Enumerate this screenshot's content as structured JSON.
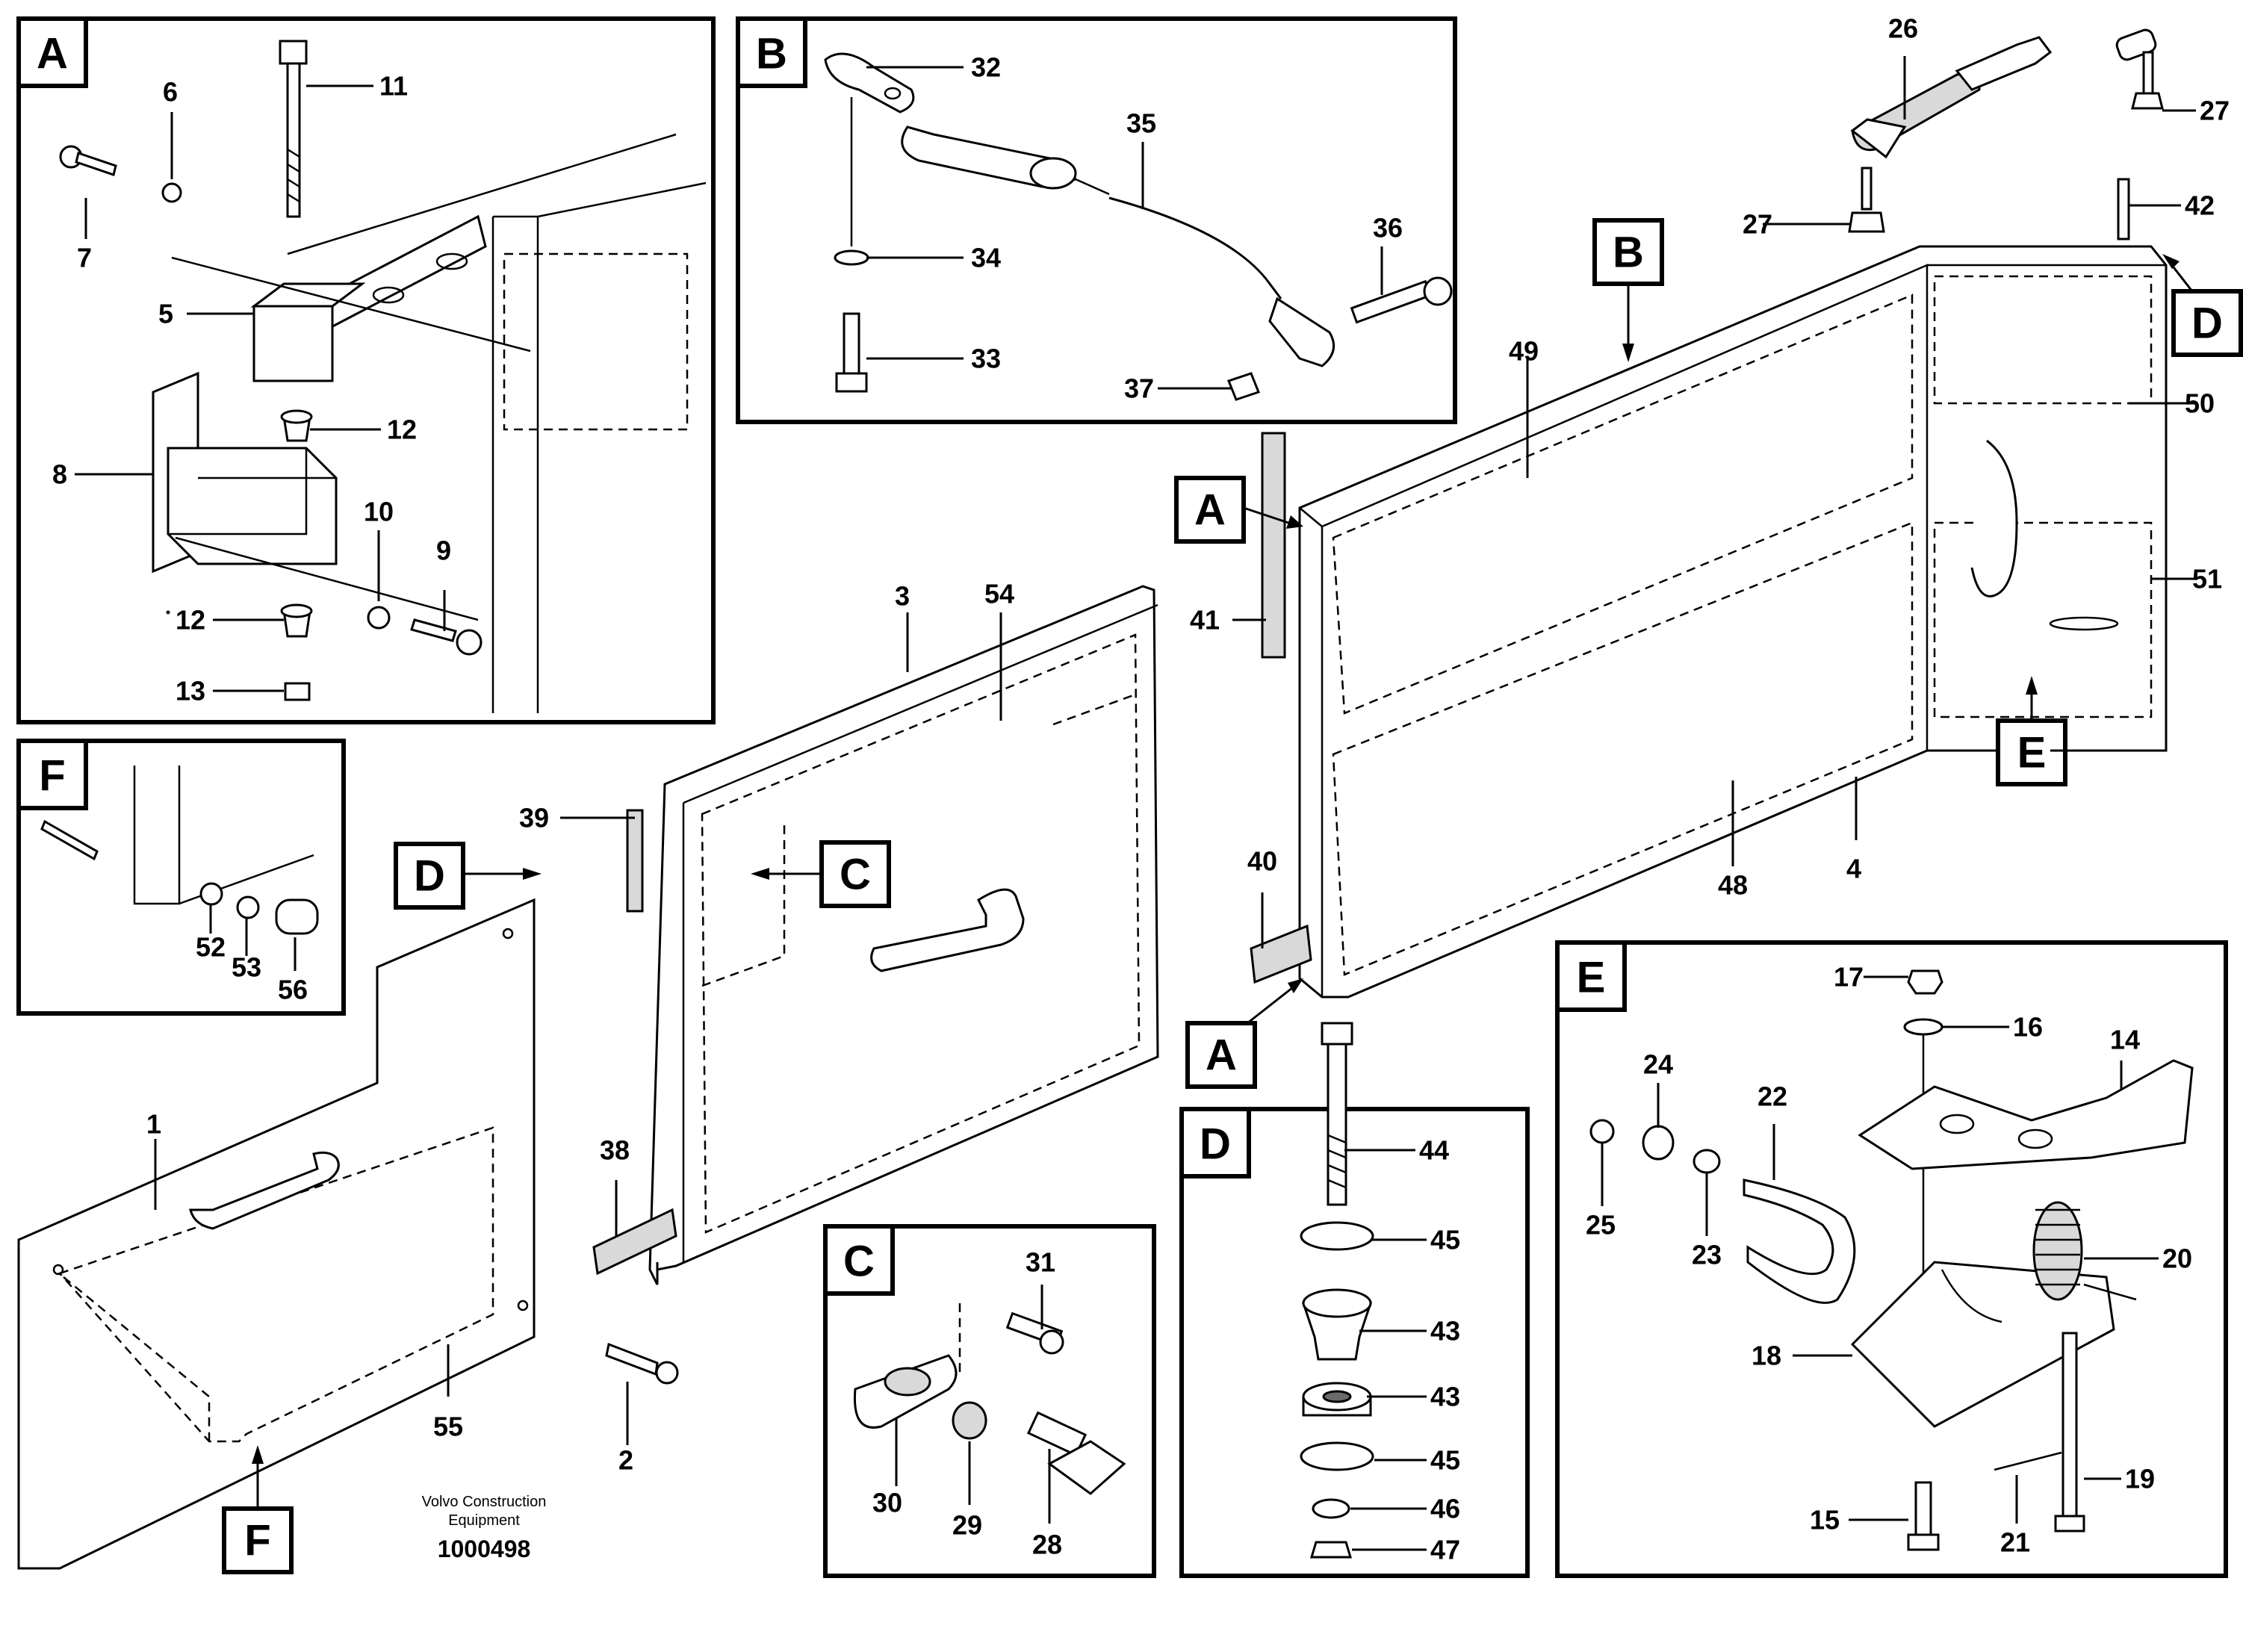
{
  "detail_tags": [
    "A",
    "B",
    "C",
    "D",
    "E",
    "F"
  ],
  "part_numbers": {
    "p1": "1",
    "p2": "2",
    "p3": "3",
    "p4": "4",
    "p5": "5",
    "p6": "6",
    "p7": "7",
    "p8": "8",
    "p9": "9",
    "p10": "10",
    "p11": "11",
    "p12": "12",
    "p13": "13",
    "p14": "14",
    "p15": "15",
    "p16": "16",
    "p17": "17",
    "p18": "18",
    "p19": "19",
    "p20": "20",
    "p21": "21",
    "p22": "22",
    "p23": "23",
    "p24": "24",
    "p25": "25",
    "p26": "26",
    "p27": "27",
    "p28": "28",
    "p29": "29",
    "p30": "30",
    "p31": "31",
    "p32": "32",
    "p33": "33",
    "p34": "34",
    "p35": "35",
    "p36": "36",
    "p37": "37",
    "p38": "38",
    "p39": "39",
    "p40": "40",
    "p41": "41",
    "p42": "42",
    "p43": "43",
    "p44": "44",
    "p45": "45",
    "p46": "46",
    "p47": "47",
    "p48": "48",
    "p49": "49",
    "p50": "50",
    "p51": "51",
    "p52": "52",
    "p53": "53",
    "p54": "54",
    "p55": "55",
    "p56": "56"
  },
  "footer": {
    "brand_line1": "Volvo Construction",
    "brand_line2": "Equipment",
    "drawing_number": "1000498"
  }
}
